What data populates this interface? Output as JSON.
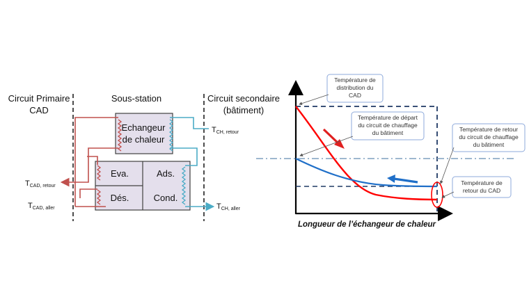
{
  "left_diagram": {
    "columns": {
      "primary_line1": "Circuit Primaire",
      "primary_line2": "CAD",
      "substation": "Sous-station",
      "secondary_line1": "Circuit secondaire",
      "secondary_line2": "(bâtiment)"
    },
    "boxes": {
      "exchanger_line1": "Echangeur",
      "exchanger_line2": "de chaleur",
      "eva": "Eva.",
      "des": "Dés.",
      "ads": "Ads.",
      "cond": "Cond."
    },
    "flows": {
      "t_cad_retour": {
        "main": "T",
        "sub": "CAD, retour"
      },
      "t_cad_aller": {
        "main": "T",
        "sub": "CAD, aller"
      },
      "t_ch_retour": {
        "main": "T",
        "sub": "CH, retour"
      },
      "t_ch_aller": {
        "main": "T",
        "sub": "CH, aller"
      }
    },
    "colors": {
      "hot": "#c0504d",
      "cold": "#4bacc6",
      "box_fill": "#e4dfec"
    }
  },
  "right_diagram": {
    "xlabel": "Longueur de l’échangeur de chaleur",
    "callouts": {
      "distribution": [
        "Température de",
        "distribution du",
        "CAD"
      ],
      "depart": [
        "Température de départ",
        "du circuit de chauffage",
        "du bâtiment"
      ],
      "retour_ch": [
        "Température de retour",
        "du circuit de chauffage",
        "du bâtiment"
      ],
      "retour_cad": [
        "Température de",
        "retour du CAD"
      ]
    },
    "colors": {
      "primary_curve": "#ff0000",
      "secondary_curve": "#1f6fc8",
      "dashed_box": "#1f3864",
      "dashdot": "#7f9fbf"
    }
  }
}
